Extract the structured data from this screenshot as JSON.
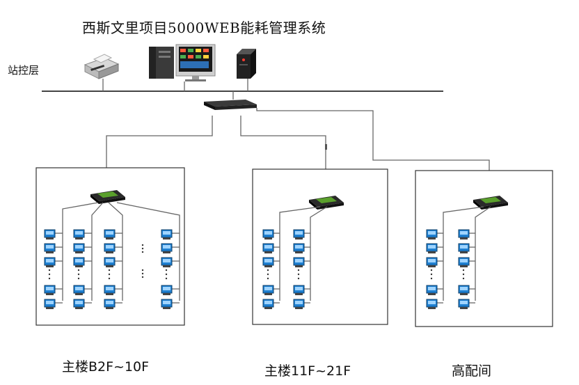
{
  "title": "西斯文里项目5000WEB能耗管理系统",
  "station_label": "站控层",
  "zones": [
    {
      "label": "主楼B2F~10F"
    },
    {
      "label": "主楼11F~21F"
    },
    {
      "label": "高配间"
    }
  ],
  "colors": {
    "meter_screen": "#1e7fd0",
    "gateway_body": "#2a2a2a",
    "gateway_panel": "#5aa02c",
    "line": "#666666"
  }
}
